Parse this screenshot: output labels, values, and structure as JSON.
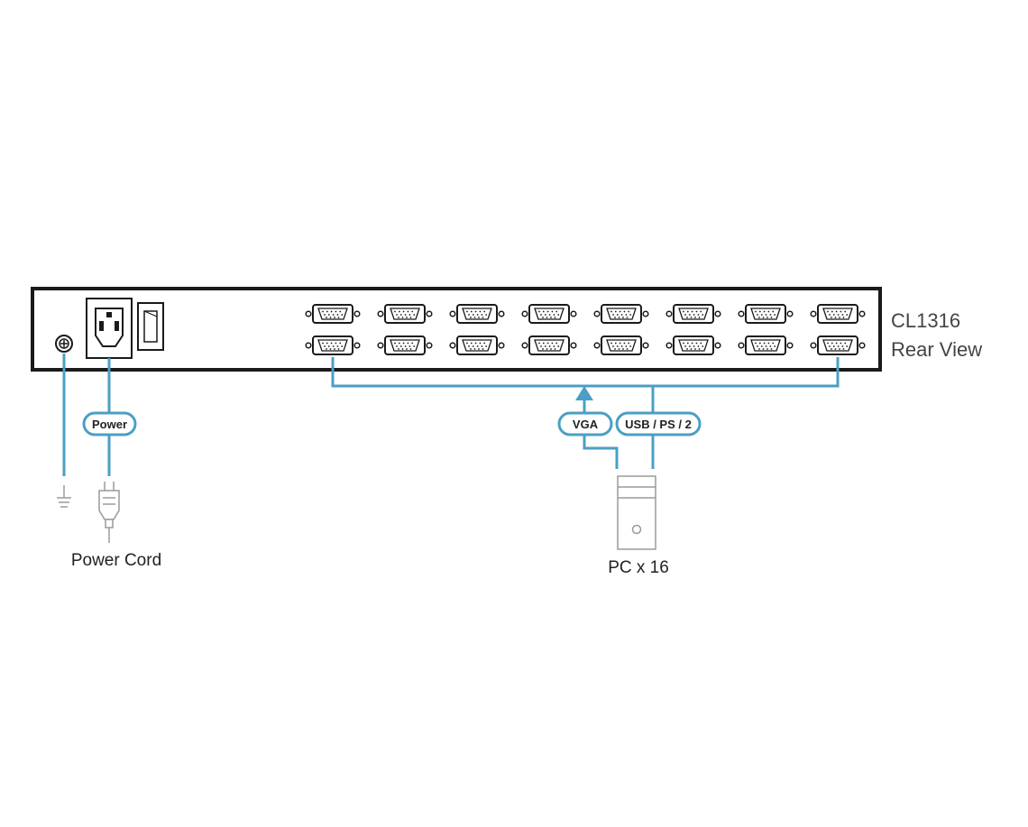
{
  "device": {
    "model": "CL1316",
    "view": "Rear View",
    "port_rows": 2,
    "port_columns": 8
  },
  "labels": {
    "power": "Power",
    "vga": "VGA",
    "usb_ps2": "USB / PS / 2",
    "power_cord": "Power Cord",
    "pc": "PC x 16"
  },
  "colors": {
    "cable": "#4a9fc4",
    "outline": "#1a1a1a",
    "device_line": "#9a9a9a",
    "text": "#222222",
    "model_text": "#444444"
  },
  "icons": {
    "ground_screw": "ground-screw-icon",
    "power_socket": "power-socket-icon",
    "power_switch": "power-switch-icon",
    "ground": "ground-symbol-icon",
    "plug": "power-plug-icon",
    "pc": "pc-tower-icon",
    "arrow": "arrow-up-icon"
  }
}
